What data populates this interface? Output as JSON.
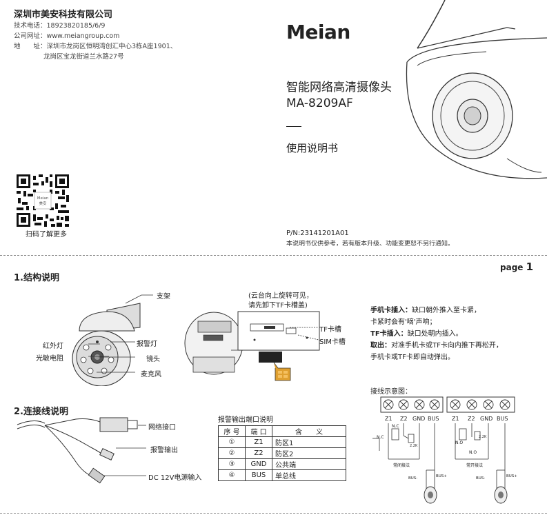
{
  "company": {
    "name": "深圳市美安科技有限公司",
    "phone": "技术电话：18923820185/6/9",
    "website": "公司网址：www.meiangroup.com",
    "address_label": "地　　址：",
    "address_line1": "深圳市龙岗区恒明湾创汇中心3栋A座1901、",
    "address_line2": "龙岗区宝龙街道兰水路27号"
  },
  "brand": "Meian",
  "product": {
    "title": "智能网络高清摄像头",
    "model": "MA-8209AF",
    "dash": "—",
    "manual": "使用说明书"
  },
  "qr": {
    "caption": "扫码了解更多",
    "logo_line1": "Meian",
    "logo_line2": "美安"
  },
  "footer": {
    "pn": "P/N:23141201A01",
    "notice": "本说明书仅供参考，若有版本升级、功能变更恕不另行通知。"
  },
  "page": {
    "prefix": "page",
    "number": "1"
  },
  "section1": {
    "title": "1.结构说明",
    "labels": {
      "bracket": "支架",
      "ir_light": "红外灯",
      "photoresistor": "光敏电阻",
      "alarm_light": "报警灯",
      "lens": "镜头",
      "mic": "麦克风",
      "tf_slot": "TF卡槽",
      "sim_slot": "SIM卡槽"
    },
    "rotate_note_line1": "(云台向上旋转可见，",
    "rotate_note_line2": "请先卸下TF卡槽盖)",
    "instructions": [
      {
        "key": "手机卡插入：",
        "text": "缺口朝外推入至卡紧，"
      },
      {
        "key": "",
        "text": "卡紧时会有'嘀'声响；"
      },
      {
        "key": "TF卡插入：",
        "text": "缺口处朝内插入。"
      },
      {
        "key": "取出：",
        "text": "对准手机卡或TF卡向内推下再松开，"
      },
      {
        "key": "",
        "text": "手机卡或TF卡即自动弹出。"
      }
    ]
  },
  "section2": {
    "title": "2.连接线说明",
    "labels": {
      "network": "网络接口",
      "alarm_out": "报警输出",
      "power": "DC 12V电源输入"
    },
    "table_title": "报警输出端口说明",
    "table_headers": [
      "序 号",
      "端 口",
      "含　　义"
    ],
    "table_rows": [
      [
        "①",
        "Z1",
        "防区1"
      ],
      [
        "②",
        "Z2",
        "防区2"
      ],
      [
        "③",
        "GND",
        "公共端"
      ],
      [
        "④",
        "BUS",
        "单总线"
      ]
    ]
  },
  "wiring": {
    "title": "接线示意图：",
    "terminals": [
      "Z1",
      "Z2",
      "GND",
      "BUS"
    ],
    "nc": "N.C",
    "no": "N.O",
    "res": "2.2K",
    "nc_mode": "常闭接法",
    "no_mode": "常开接法",
    "bus_minus": "BUS-",
    "bus_plus": "BUS+"
  }
}
